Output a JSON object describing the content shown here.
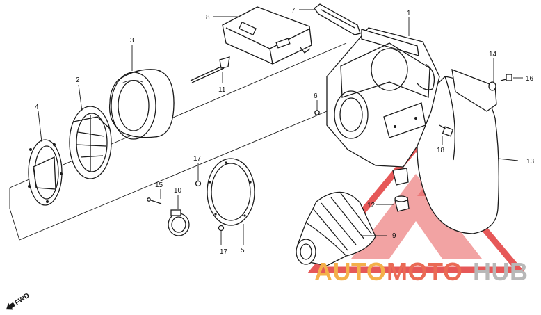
{
  "diagram": {
    "callouts": {
      "c1": "1",
      "c2": "2",
      "c3": "3",
      "c4": "4",
      "c5": "5",
      "c6": "6",
      "c7": "7",
      "c8": "8",
      "c9": "9",
      "c10": "10",
      "c11": "11",
      "c12": "12",
      "c13": "13",
      "c14": "14",
      "c15": "15",
      "c16": "16",
      "c17a": "17",
      "c17b": "17",
      "c18": "18"
    },
    "direction_label": "FWD"
  },
  "watermark": {
    "word1": "AUTO",
    "word2": "MOTO",
    "word3": "HUB",
    "colors": {
      "triangle": "#e23b3b",
      "word1": "#f4b04a",
      "word2": "#ea6a55",
      "word3": "#b8b8b8"
    }
  }
}
